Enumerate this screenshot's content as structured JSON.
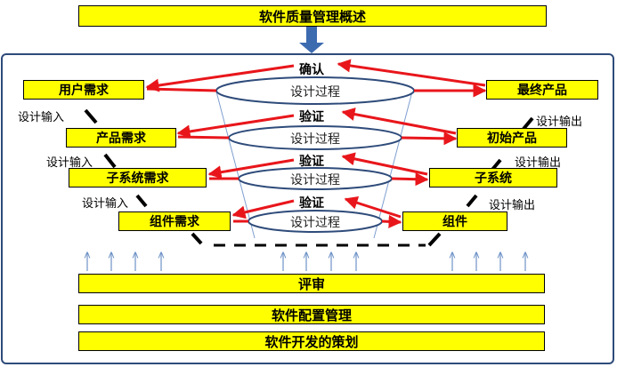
{
  "title": "软件质量管理概述",
  "left_boxes": [
    {
      "label": "用户需求"
    },
    {
      "label": "产品需求"
    },
    {
      "label": "子系统需求"
    },
    {
      "label": "组件需求"
    }
  ],
  "right_boxes": [
    {
      "label": "最终产品"
    },
    {
      "label": "初始产品"
    },
    {
      "label": "子系统"
    },
    {
      "label": "组件"
    }
  ],
  "process_label": "设计过程",
  "arrow_labels": [
    "确认",
    "验证",
    "验证",
    "验证"
  ],
  "input_label": "设计输入",
  "output_label": "设计输出",
  "bottom_bars": {
    "review": "评审",
    "config": "软件配置管理",
    "planning": "软件开发的策划"
  },
  "colors": {
    "box_fill": "#ffff00",
    "arrow": "#e8161b",
    "ellipse_stroke": "#2e4b7a",
    "frame": "#2e4b7a",
    "down_arrow": "#3d6bb0",
    "up_arrows": "#6f93c8"
  }
}
